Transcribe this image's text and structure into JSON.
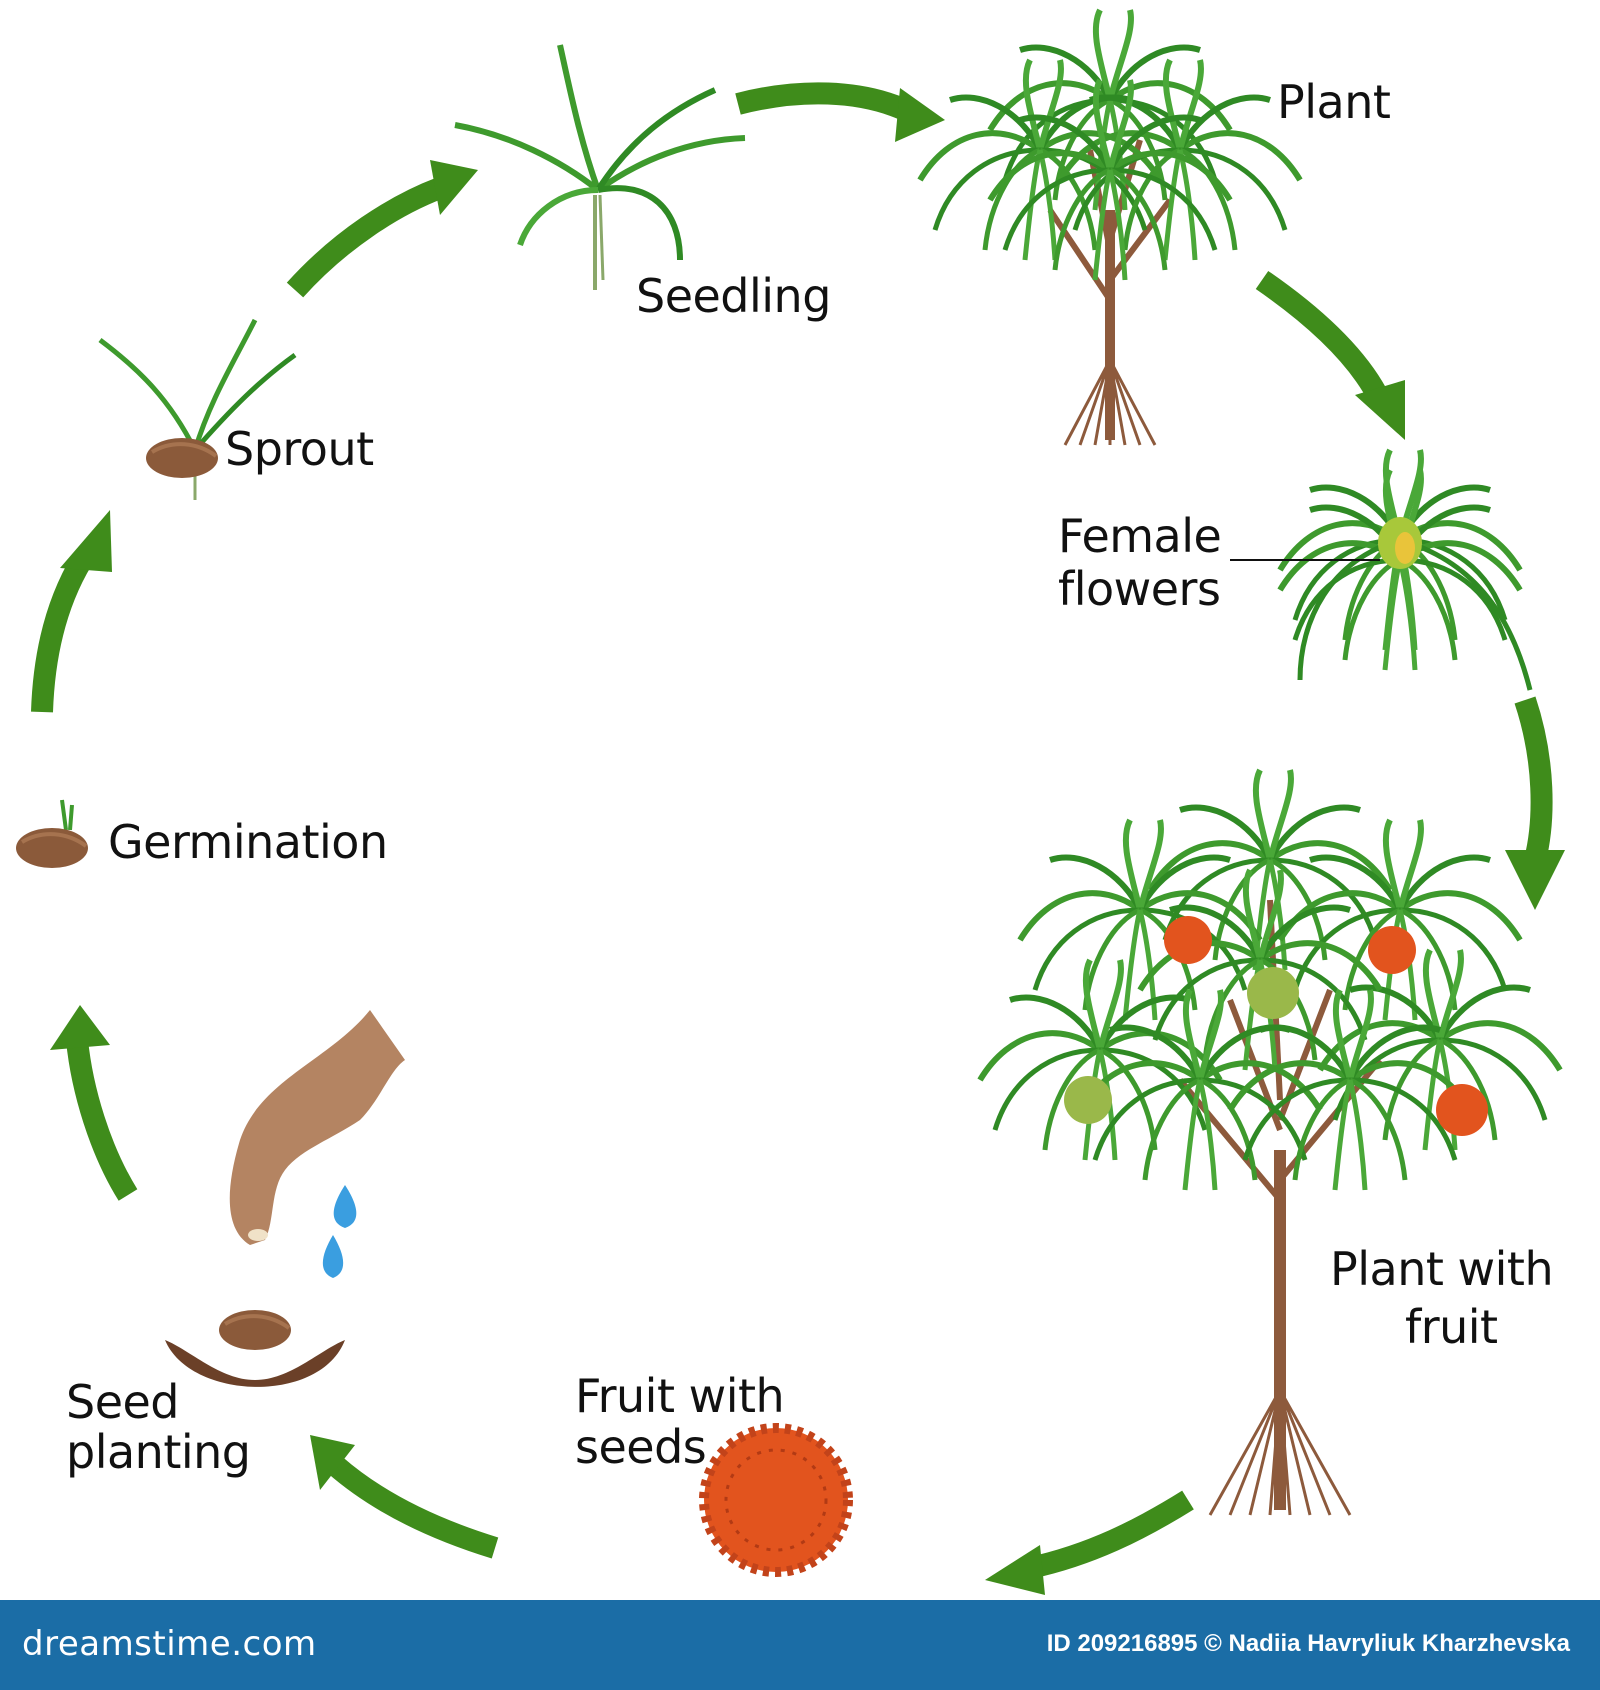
{
  "labels": {
    "plant": "Plant",
    "seedling": "Seedling",
    "sprout": "Sprout",
    "germination": "Germination",
    "female_flowers_1": "Female",
    "female_flowers_2": "flowers",
    "plant_with_fruit_1": "Plant with",
    "plant_with_fruit_2": "fruit",
    "fruit_with_seeds_1": "Fruit with",
    "fruit_with_seeds_2": "seeds",
    "seed_planting_1": "Seed",
    "seed_planting_2": "planting"
  },
  "footer": {
    "brand": "dreamstime.com",
    "credit": "ID 209216895 © Nadiia Havryliuk   Kharzhevska"
  },
  "colors": {
    "arrow": "#3f8c1b",
    "leaf": "#3e9a2d",
    "trunk": "#8d5a3c",
    "fruit": "#e2541e",
    "seed": "#8b5a3a",
    "water": "#3a9ee0",
    "hand": "#b48462",
    "footer": "#1b6da6"
  }
}
